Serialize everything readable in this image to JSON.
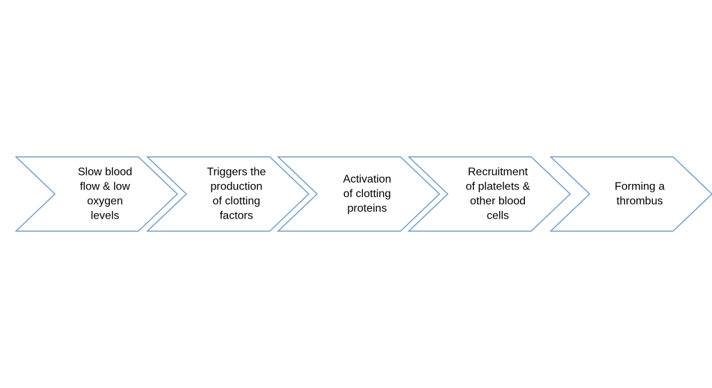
{
  "diagram": {
    "type": "chevron-process",
    "outline_color": "#6f9bc8",
    "fill_color": "#ffffff",
    "text_color": "#000000",
    "steps": [
      {
        "lines": [
          "Slow blood",
          "flow & low",
          "oxygen",
          "levels"
        ]
      },
      {
        "lines": [
          "Triggers the",
          "production",
          "of clotting",
          "factors"
        ]
      },
      {
        "lines": [
          "Activation",
          "of clotting",
          "proteins"
        ]
      },
      {
        "lines": [
          "Recruitment",
          "of platelets &",
          "other blood",
          "cells"
        ]
      },
      {
        "lines": [
          "Forming a",
          "thrombus"
        ]
      }
    ]
  }
}
